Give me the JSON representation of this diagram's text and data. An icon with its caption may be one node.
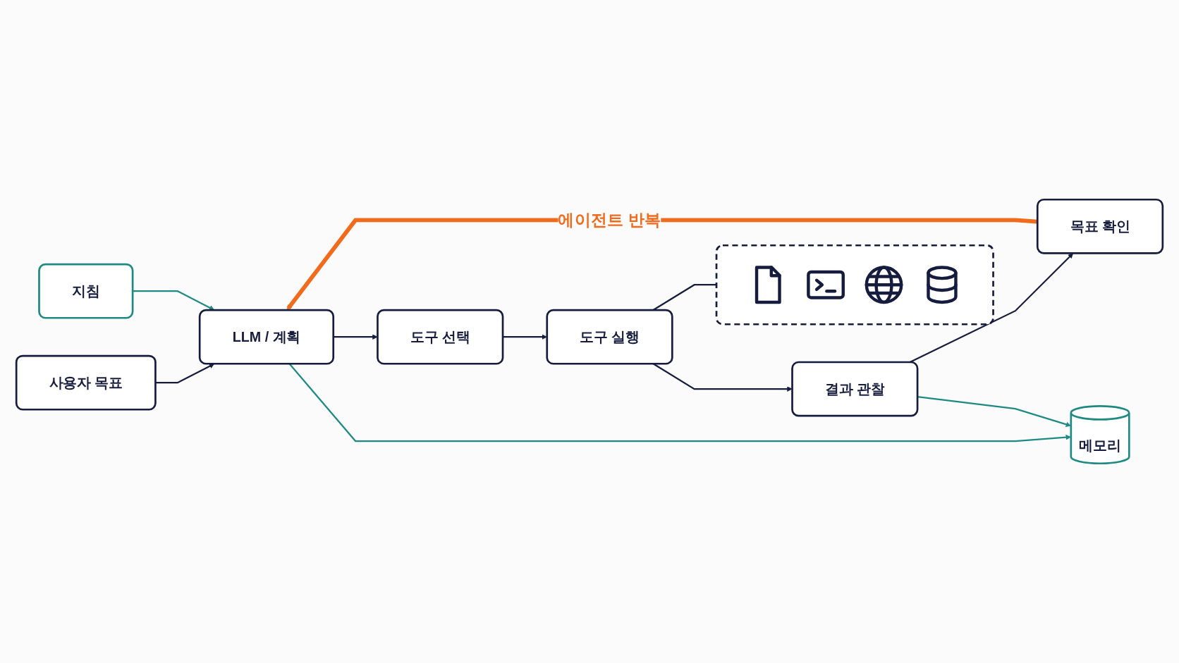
{
  "diagram": {
    "nodes": [
      {
        "text": [
          "지침"
        ]
      },
      {
        "text": [
          "사용자 목표"
        ]
      },
      {
        "text": [
          "LLM / 계획"
        ]
      },
      {
        "text": [
          "도구 선택"
        ]
      },
      {
        "text": [
          "도구 실행"
        ]
      },
      {
        "text": [
          "결과 관찰"
        ]
      },
      {
        "text": [
          "목표 확인"
        ]
      },
      {
        "text": [],
        "shape": "box"
      },
      {
        "text": [
          "메모리"
        ]
      }
    ],
    "edges": [
      {
        "from": 1,
        "to": 2,
        "arrow": "to"
      },
      {
        "from": 0,
        "to": 2,
        "arrow": "to",
        "color": "#1f8a84"
      },
      {
        "from": 2,
        "to": 3,
        "arrow": "to"
      },
      {
        "from": 3,
        "to": 4,
        "arrow": "to"
      },
      {
        "from": 4,
        "to": 5,
        "arrow": "to"
      },
      {
        "from": 5,
        "to": 6,
        "arrow": "to"
      },
      {
        "from": 4,
        "to": 7,
        "arrow": "none"
      },
      {
        "from": 2,
        "to": 8,
        "arrow": "to",
        "color": "#1f8a84"
      },
      {
        "from": 5,
        "to": 8,
        "arrow": "to",
        "color": "#1f8a84"
      },
      {
        "from": 6,
        "to": 2,
        "arrow": "to",
        "label": "에이전트 반복",
        "style": "thick",
        "color": "#f26a1b"
      }
    ]
  }
}
